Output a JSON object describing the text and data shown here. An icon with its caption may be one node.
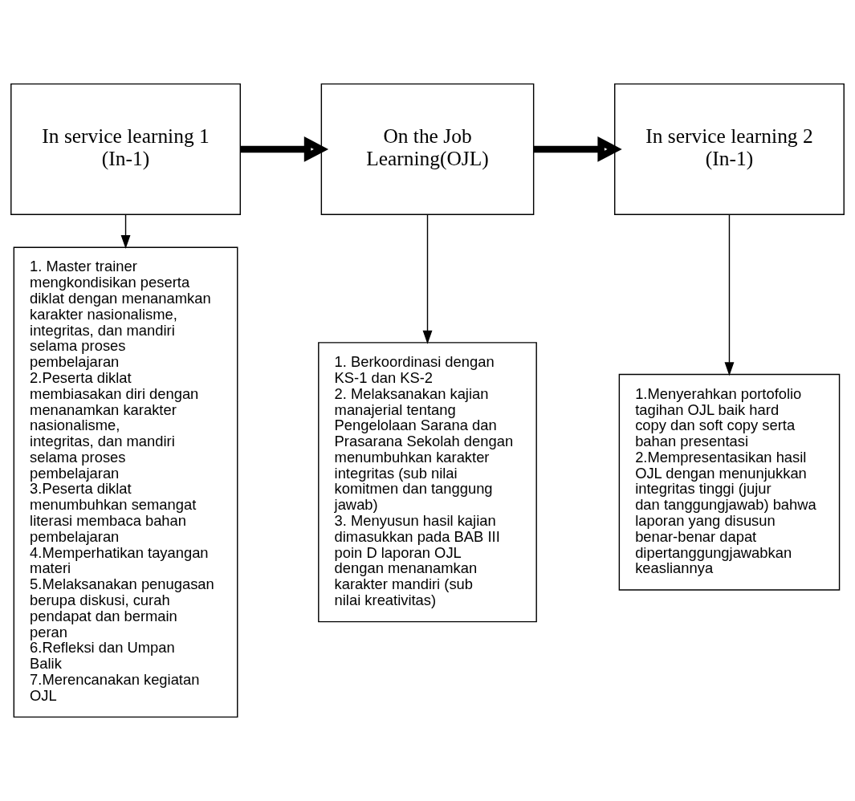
{
  "diagram": {
    "nodes": [
      {
        "text": [
          "In service learning 1 (In-1)"
        ]
      },
      {
        "text": [
          "1. Master trainer mengkondisikan peserta diklat dengan menanamkan karakter nasionalisme, integritas, dan mandiri selama proses pembelajaran",
          "2.Peserta diklat membiasakan diri dengan menanamkan karakter nasionalisme, integritas, dan mandiri selama proses pembelajaran",
          "3.Peserta diklat menumbuhkan semangat literasi membaca bahan pembelajaran",
          "4.Memperhatikan tayangan materi",
          "5.Melaksanakan penugasan berupa diskusi, curah pendapat dan bermain peran",
          "6.Refleksi dan Umpan Balik",
          "7.Merencanakan kegiatan OJL"
        ]
      },
      {
        "text": [
          "On the Job Learning(OJL)"
        ]
      },
      {
        "text": [
          "1. Berkoordinasi dengan KS-1 dan KS-2",
          "2. Melaksanakan kajian manajerial tentang Pengelolaan Sarana dan Prasarana Sekolah dengan menumbuhkan karakter integritas (sub nilai komitmen dan tanggung jawab)",
          "3. Menyusun hasil kajian dimasukkan pada BAB III poin D laporan OJL dengan menanamkan karakter mandiri (sub nilai kreativitas)"
        ]
      },
      {
        "text": [
          "In service learning 2 (In-1)"
        ]
      },
      {
        "text": [
          "1.Menyerahkan portofolio tagihan OJL baik hard copy dan soft copy serta bahan presentasi",
          "2.Mempresentasikan hasil OJL dengan menunjukkan integritas tinggi (jujur dan tanggungjawab) bahwa laporan yang disusun benar-benar dapat dipertanggungjawabkan keasliannya"
        ]
      }
    ],
    "edges": [
      {
        "from": 0,
        "to": 2,
        "arrow": "to",
        "style": "thick"
      },
      {
        "from": 2,
        "to": 4,
        "arrow": "to",
        "style": "thick"
      },
      {
        "from": 0,
        "to": 1,
        "arrow": "to"
      },
      {
        "from": 2,
        "to": 3,
        "arrow": "to"
      },
      {
        "from": 4,
        "to": 5,
        "arrow": "to"
      }
    ]
  }
}
